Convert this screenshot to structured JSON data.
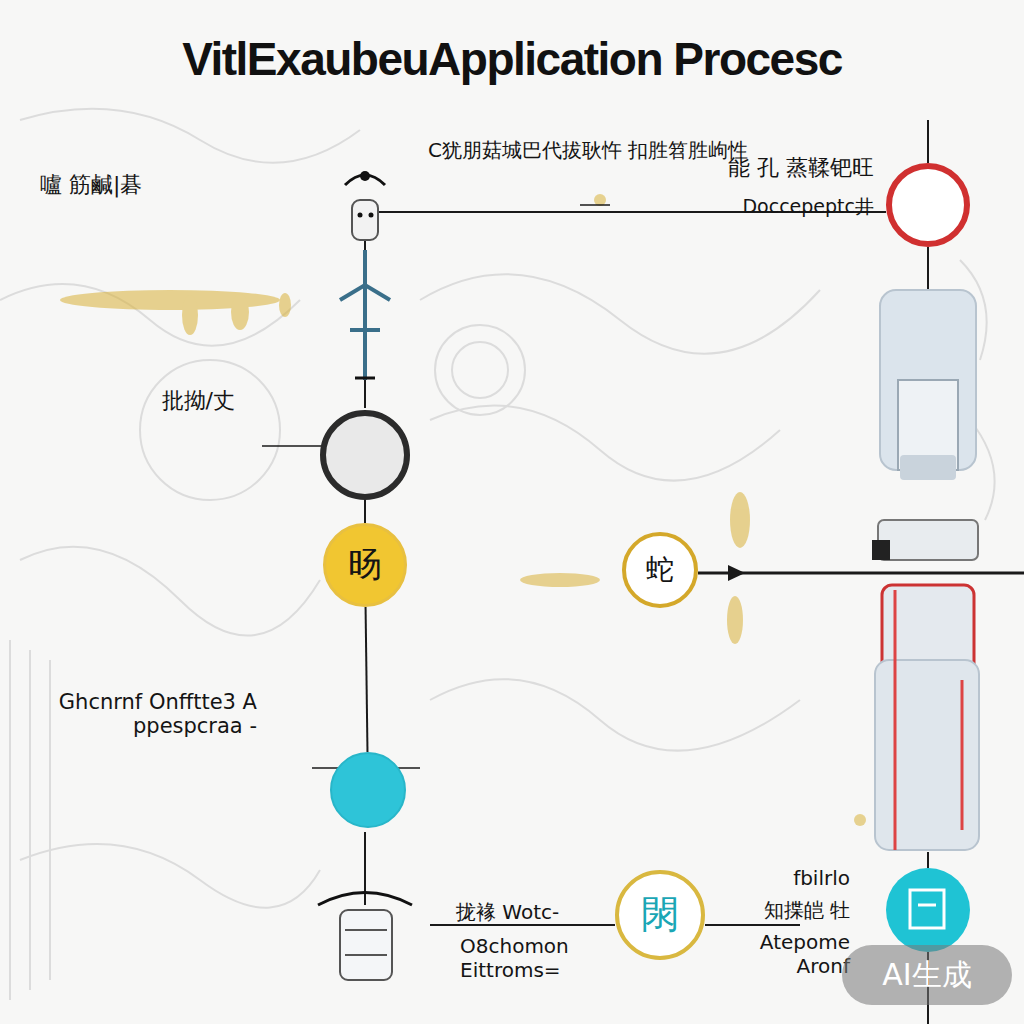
{
  "diagram": {
    "title": "VitlExaubeuApplication Procesc",
    "nodes": [
      {
        "text": [
          "批拗/丈"
        ]
      },
      {
        "text": [
          "旸"
        ]
      },
      {
        "text": [
          "Ghcnrnf Onfftte3 A ppespcraa -"
        ]
      },
      {
        "text": [
          "能 孔 蒸鞣钯旺",
          "Doccepeptc井"
        ]
      },
      {
        "text": [
          "蛇"
        ]
      },
      {
        "text": [
          "閖"
        ]
      }
    ],
    "edges": [
      {
        "from": 0,
        "to": 1,
        "arrow": "none"
      },
      {
        "from": 1,
        "to": 2,
        "arrow": "none"
      }
    ],
    "labels": [
      "C犹朋菇城巴代拔耿忤 扣胜笤胜岣性",
      "嚧 筋鹹|碁",
      "拢褖 Wotc-",
      "O8chomon Eittroms=",
      "fbilrlo",
      "知揲皑 牡",
      "Atepome Aronf",
      "AI生成"
    ]
  }
}
